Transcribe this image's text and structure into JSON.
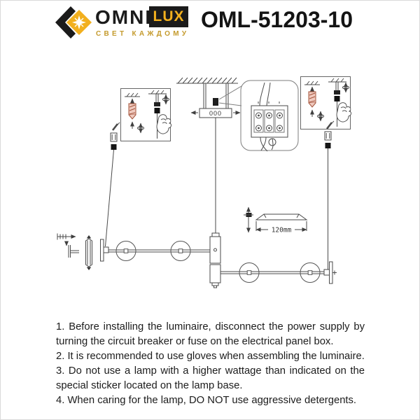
{
  "header": {
    "brand": {
      "word_omni": "OMNI",
      "word_lux": "LUX",
      "tagline": "СВЕТ КАЖДОМУ"
    },
    "model": "OML-51203-10"
  },
  "colors": {
    "gold": "#f2b01e",
    "ink": "#1b1b1b",
    "line": "#4a4a4a",
    "anchor_fill": "#efc9be",
    "anchor_stroke": "#a3543b"
  },
  "diagram": {
    "canopy_holes_label": "000",
    "shade_width_label": "120mm"
  },
  "instructions": [
    "1. Before installing the luminaire, disconnect the power supply by turning the circuit breaker or fuse on the electrical panel box.",
    "2. It is recommended to use gloves when assembling the luminaire.",
    "3. Do not use a lamp with a higher wattage than indicated on the special sticker located on the lamp base.",
    "4. When caring for the lamp, DO NOT use aggressive detergents."
  ]
}
